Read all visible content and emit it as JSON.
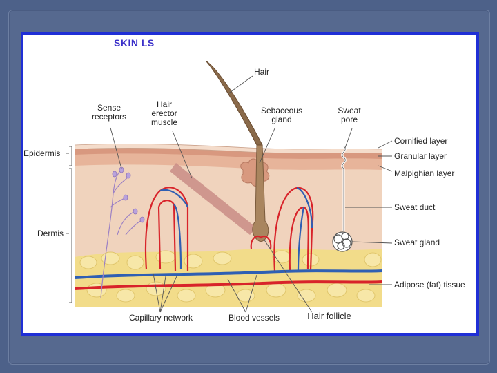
{
  "title": "SKIN  LS",
  "labels": {
    "hair": "Hair",
    "sense_receptors": "Sense\nreceptors",
    "hair_erector_muscle": "Hair\nerector\nmuscle",
    "sebaceous_gland": "Sebaceous\ngland",
    "sweat_pore": "Sweat\npore",
    "epidermis": "Epidermis",
    "dermis": "Dermis",
    "cornified_layer": "Cornified layer",
    "granular_layer": "Granular layer",
    "malpighian_layer": "Malpighian layer",
    "sweat_duct": "Sweat duct",
    "sweat_gland": "Sweat gland",
    "adipose_tissue": "Adipose (fat) tissue",
    "capillary_network": "Capillary network",
    "blood_vessels": "Blood vessels",
    "hair_follicle": "Hair follicle"
  },
  "colors": {
    "background": "#4d6189",
    "frame_border": "#1f2fd6",
    "title": "#3a2fc9",
    "artery": "#d8232a",
    "vein": "#2f5fb3",
    "fat": "#f2dc8a",
    "dermis": "#f0d3bd",
    "epidermis": "#e7b49a",
    "nerve": "#9b80c4",
    "hair": "#8a6a4a"
  }
}
